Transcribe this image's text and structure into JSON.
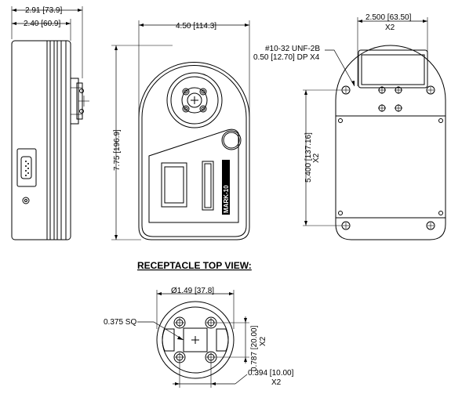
{
  "side_view": {
    "overall_depth": "2.91 [73.9]",
    "body_depth": "2.40 [60.9]"
  },
  "front_view": {
    "width": "4.50 [114.3]",
    "height": "7.75 [196.9]",
    "label_text": "MARK-10"
  },
  "rear_view": {
    "top_spacing": "2.500 [63.50]",
    "top_spacing_qty": "X2",
    "thread_callout": "#10-32 UNF-2B",
    "thread_depth": "0.50 [12.70] DP X4",
    "vertical_spacing": "5.400 [137.16]",
    "vertical_spacing_qty": "X2"
  },
  "receptacle": {
    "heading": "RECEPTACLE TOP VIEW:",
    "diameter": "Ø1.49 [37.8]",
    "square": "0.375 SQ",
    "vertical_pitch": "0.787 [20.00]",
    "vertical_qty": "X2",
    "horizontal_pitch": "0.394 [10.00]",
    "horizontal_qty": "X2"
  }
}
